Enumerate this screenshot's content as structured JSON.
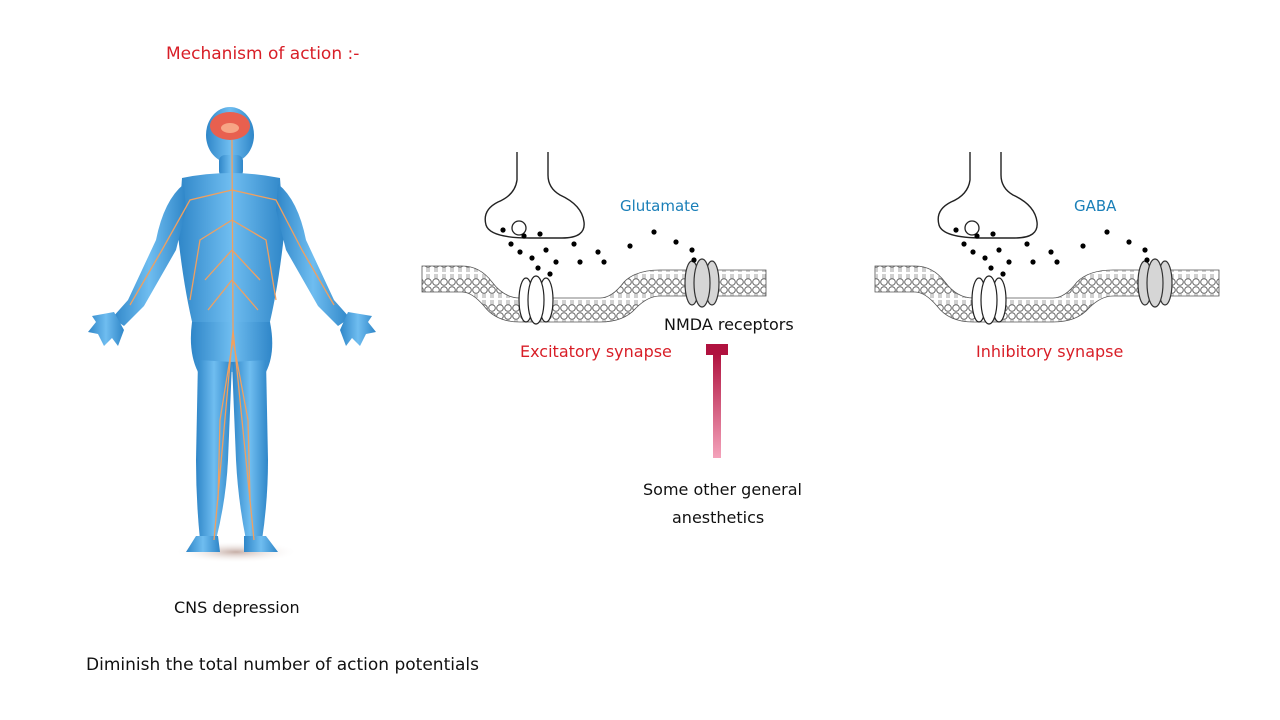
{
  "title": "Mechanism of action :-",
  "body_label": "CNS depression",
  "effect": "Diminish the total number of action potentials",
  "excitatory": {
    "neurotransmitter": "Glutamate",
    "receptor": "NMDA receptors",
    "synapse": "Excitatory synapse"
  },
  "inhibitory": {
    "neurotransmitter": "GABA",
    "synapse": "Inhibitory synapse"
  },
  "blocker": {
    "line1": "Some other general",
    "line2": "anesthetics"
  },
  "colors": {
    "heading_red": "#d81e27",
    "label_blue": "#1a7fb8",
    "body_blue": "#4aa3dc",
    "nerve_orange": "#f0a060",
    "brain": "#e8604f",
    "blocker": "#c41a50"
  }
}
